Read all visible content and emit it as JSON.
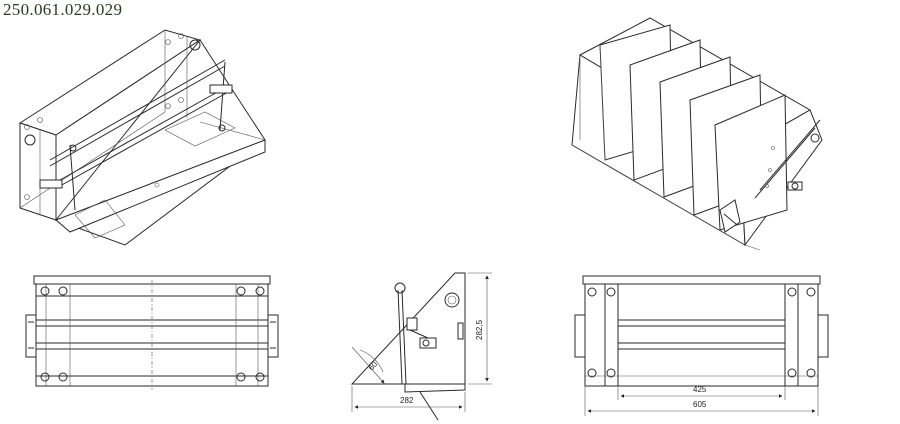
{
  "drawing": {
    "part_number": "250.061.029.029"
  },
  "dimensions": {
    "height": "282,5",
    "depth": "282",
    "angle": "60",
    "inner_width": "425",
    "overall_width": "605"
  }
}
